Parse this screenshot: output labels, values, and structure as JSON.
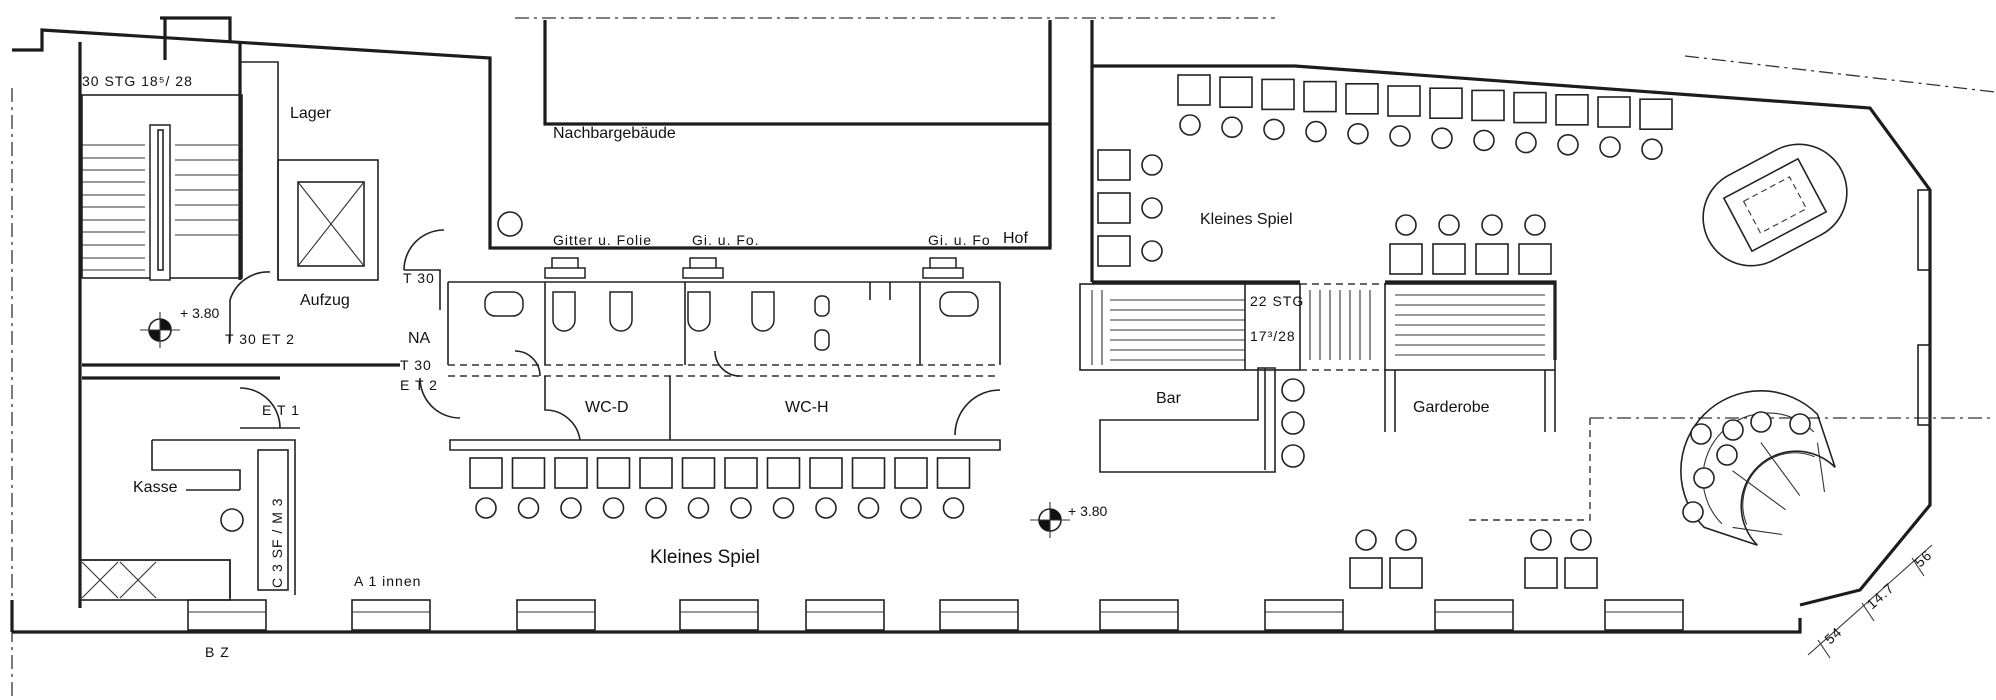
{
  "labels": {
    "stairs_left": "30 STG 18⁵/ 28",
    "lager": "Lager",
    "nachbar": "Nachbargebäude",
    "hof": "Hof",
    "gitter1": "Gitter u. Folie",
    "gitter2": "Gi. u. Fo.",
    "gitter3": "Gi. u. Fo",
    "aufzug": "Aufzug",
    "level_left": "+ 3.80",
    "t30_top": "T 30",
    "t30et2_left": "T 30 ET 2",
    "na": "NA",
    "t30_mid": "T 30",
    "et2_mid": "E T 2",
    "et1": "E T 1",
    "wc_d": "WC-D",
    "wc_h": "WC-H",
    "kasse": "Kasse",
    "sf_m": "C 3 SF / M 3",
    "a1innen": "A 1 innen",
    "bz": "B Z",
    "kleines_spiel_top": "Kleines Spiel",
    "kleines_spiel_bottom": "Kleines Spiel",
    "stg_mid_1": "22 STG",
    "stg_mid_2": "17³/28",
    "bar": "Bar",
    "garderobe": "Garderobe",
    "level_mid": "+ 3.80",
    "dim_54": "54",
    "dim_147": "14.7",
    "dim_56": "56"
  }
}
